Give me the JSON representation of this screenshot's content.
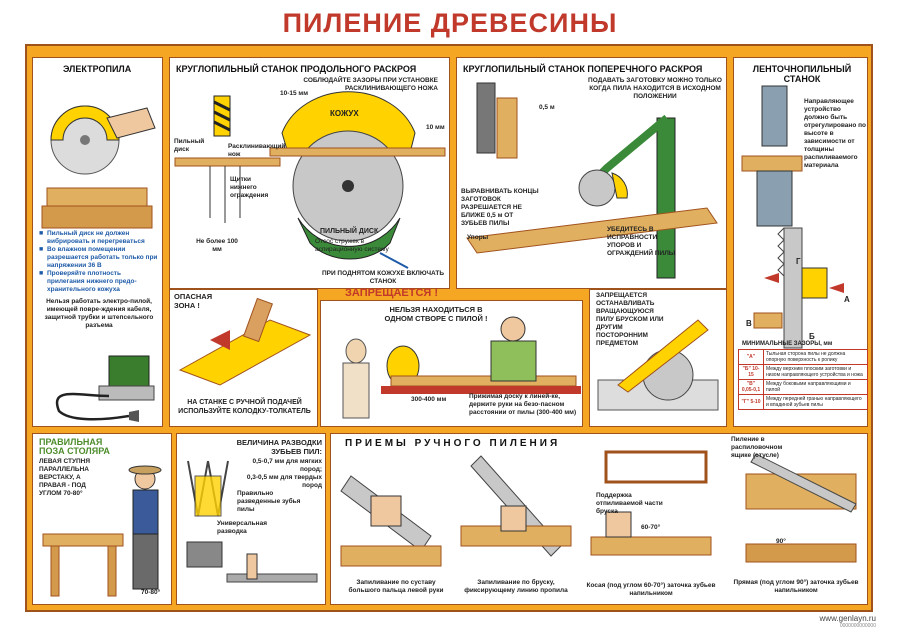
{
  "title": "ПИЛЕНИЕ ДРЕВЕСИНЫ",
  "electro": {
    "heading": "ЭЛЕКТРОПИЛА",
    "bullets": [
      "Пильный диск не должен вибрировать и перегреваться",
      "Во влажном помещении разрешается работать только при напряжении 36 В",
      "Проверяйте плотность прилегания нижнего предо-хранительного кожуха"
    ],
    "warning": "Нельзя работать электро-пилой, имеющей повре-ждения кабеля, защитной трубки и штепсельного разъема"
  },
  "long": {
    "heading": "КРУГЛОПИЛЬНЫЙ СТАНОК ПРОДОЛЬНОГО РАСКРОЯ",
    "gap_note": "СОБЛЮДАЙТЕ ЗАЗОРЫ ПРИ УСТАНОВКЕ РАСКЛИНИВАЮЩЕГО НОЖА",
    "dim_1015": "10-15 мм",
    "dim_10": "10 мм",
    "label_disk": "Пильный диск",
    "label_knife": "Расклинивающий нож",
    "label_guard": "Щитки нижнего ограждения",
    "label_100": "Не более 100 мм",
    "cover_word": "КОЖУХ",
    "disk_word": "ПИЛЬНЫЙ ДИСК",
    "suction": "Отсос стружек в аспирационную систему",
    "raised_cover": "ПРИ ПОДНЯТОМ КОЖУХЕ ВКЛЮЧАТЬ СТАНОК",
    "forbidden": "ЗАПРЕЩАЕТСЯ !",
    "danger_zone": "ОПАСНАЯ ЗОНА !",
    "pusher": "НА СТАНКЕ С РУЧНОЙ ПОДАЧЕЙ ИСПОЛЬЗУЙТЕ КОЛОДКУ-ТОЛКАТЕЛЬ"
  },
  "center": {
    "warn": "НЕЛЬЗЯ НАХОДИТЬСЯ В ОДНОМ СТВОРЕ С ПИЛОЙ !",
    "dist": "300-400 мм",
    "note": "Прижимая доску к линей-ке, держите руки на безо-пасном расстоянии от пилы (300-400 мм)"
  },
  "cross": {
    "heading": "КРУГЛОПИЛЬНЫЙ СТАНОК ПОПЕРЕЧНОГО РАСКРОЯ",
    "feed": "ПОДАВАТЬ ЗАГОТОВКУ МОЖНО ТОЛЬКО КОГДА ПИЛА НАХОДИТСЯ В ИСХОДНОМ ПОЛОЖЕНИИ",
    "dim_05": "0,5 м",
    "align": "ВЫРАВНИВАТЬ КОНЦЫ ЗАГОТОВОК РАЗРЕШАЕТСЯ НЕ БЛИЖЕ 0,5 м ОТ ЗУБЬЕВ ПИЛЫ",
    "stops": "Упоры",
    "check": "УБЕДИТЕСЬ В ИСПРАВНОСТИ УПОРОВ И ОГРАЖДЕНИЙ ПИЛЫ",
    "no_stop": "ЗАПРЕЩАЕТСЯ ОСТАНАВЛИВАТЬ ВРАЩАЮЩУЮСЯ ПИЛУ БРУСКОМ ИЛИ ДРУГИМ ПОСТОРОННИМ ПРЕДМЕТОМ"
  },
  "band": {
    "heading": "ЛЕНТОЧНОПИЛЬНЫЙ СТАНОК",
    "guide": "Направляющее устройство должно быть отрегулировано по высоте в зависимости от толщины распиливаемого материала",
    "markers": [
      "А",
      "Б",
      "В",
      "Г"
    ],
    "min_gaps": "МИНИМАЛЬНЫЕ ЗАЗОРЫ, мм",
    "gap_rows": [
      {
        "k": "\"А\"",
        "v": "Тыльная сторона пилы не должна опорную поверхность к ролику"
      },
      {
        "k": "\"Б\" 10-15",
        "v": "Между верхним плоским заготовки и низом направляющего устройства и ножа"
      },
      {
        "k": "\"В\" 0,05-0,1",
        "v": "Между боковыми направляющими и пилой"
      },
      {
        "k": "\"Г\" 5-10",
        "v": "Между передней гранью направляющего и впадиной зубьев пилы"
      }
    ]
  },
  "posture": {
    "heading": "ПРАВИЛЬНАЯ ПОЗА СТОЛЯРА",
    "text": "ЛЕВАЯ СТУПНЯ ПАРАЛЛЕЛЬНА ВЕРСТАКУ, А ПРАВАЯ - ПОД УГЛОМ 70-80°",
    "angle": "70-80°"
  },
  "setting": {
    "heading": "ВЕЛИЧИНА РАЗВОДКИ ЗУБЬЕВ ПИЛ:",
    "soft": "0,5-0,7 мм для мягких пород;",
    "hard": "0,3-0,5 мм для твердых пород",
    "right": "Правильно разведенные зубья пилы",
    "universal": "Универсальная разводка"
  },
  "manual": {
    "heading": "ПРИЕМЫ РУЧНОГО ПИЛЕНИЯ",
    "cap1": "Запиливание по суставу большого пальца левой руки",
    "cap2": "Запиливание по бруску, фиксирующему линию пропила",
    "support": "Поддержка отпиливаемой части бруска",
    "angle_6070": "60-70°",
    "cap3": "Косая (под углом 60-70°) заточка зубьев напильником",
    "stool": "Пиление в распиловочном ящике (стусле)",
    "angle_90": "90°",
    "cap4": "Прямая (под углом 90°) заточка зубьев напильником"
  },
  "footer": {
    "site": "www.genlayn.ru",
    "code": "0000000000000"
  }
}
